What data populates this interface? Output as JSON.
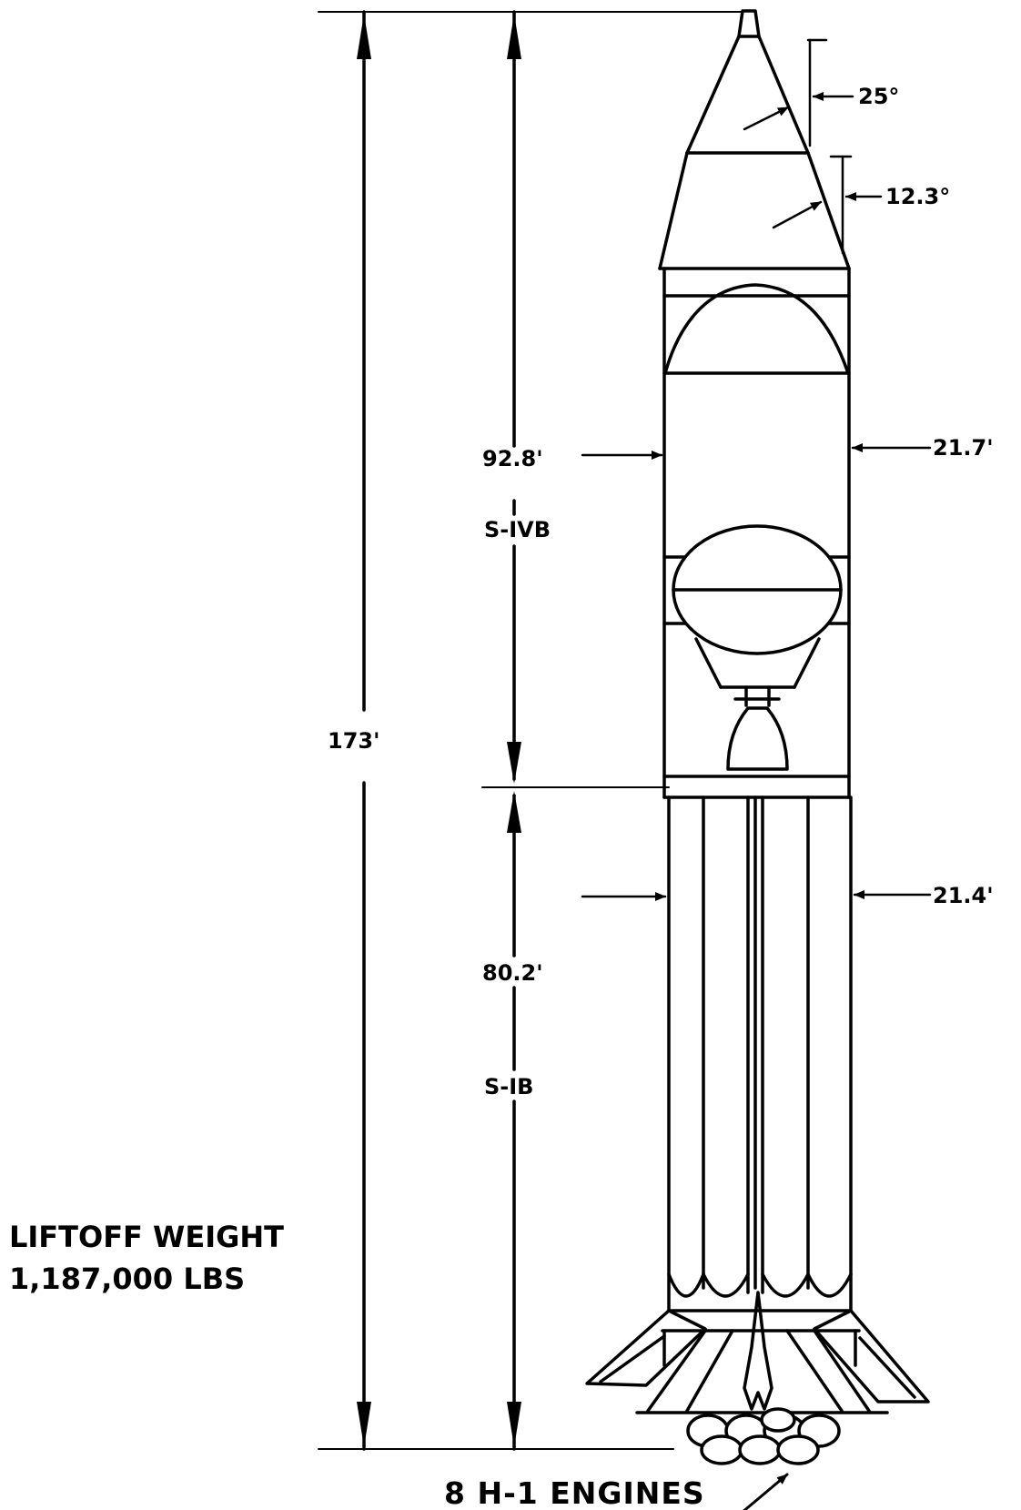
{
  "labels": {
    "overall_height": "173'",
    "upper_stage_height": "92.8'",
    "upper_stage_name": "S-IVB",
    "lower_stage_height": "80.2'",
    "lower_stage_name": "S-IB",
    "upper_diameter": "21.7'",
    "lower_diameter": "21.4'",
    "nose_angle": "25°",
    "adapter_angle": "12.3°",
    "liftoff_weight_line1": "LIFTOFF WEIGHT",
    "liftoff_weight_line2": "1,187,000 LBS",
    "engines": "8 H-1 ENGINES"
  },
  "colors": {
    "ink": "#000000",
    "paper": "#ffffff"
  }
}
